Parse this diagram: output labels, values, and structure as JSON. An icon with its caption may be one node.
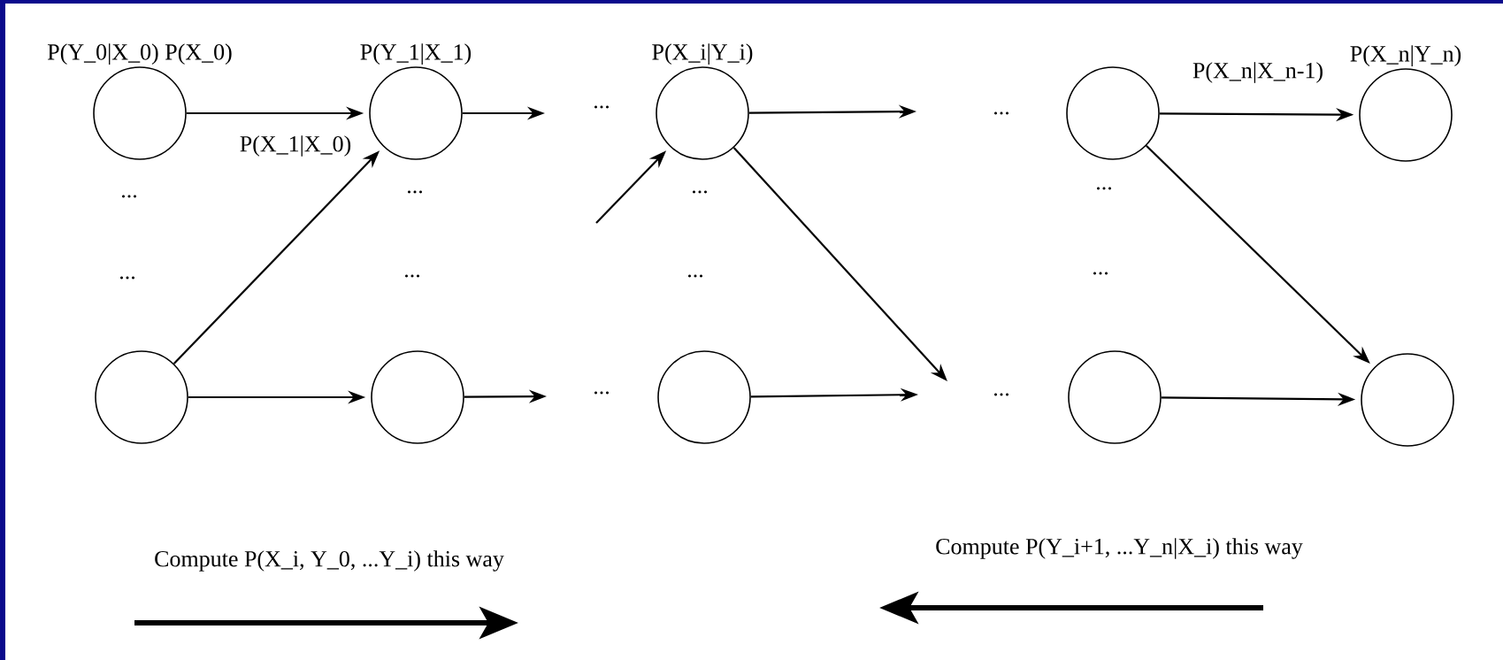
{
  "diagram": {
    "nodes": [
      {
        "text": [
          "P(Y_0|X_0) P(X_0)"
        ]
      },
      {
        "text": [
          "P(Y_1|X_1)"
        ]
      },
      {
        "text": [
          "P(X_i|Y_i)"
        ]
      },
      {
        "text": [],
        "shape": "circle"
      },
      {
        "text": [
          "P(X_n|Y_n)"
        ]
      },
      {
        "text": [],
        "shape": "circle"
      },
      {
        "text": [],
        "shape": "circle"
      },
      {
        "text": [],
        "shape": "circle"
      },
      {
        "text": [],
        "shape": "circle"
      },
      {
        "text": [],
        "shape": "circle"
      }
    ],
    "edges": [
      {
        "from": 0,
        "to": 1,
        "arrow": "to",
        "label": "P(X_1|X_0)"
      },
      {
        "from": 5,
        "to": 1,
        "arrow": "to"
      },
      {
        "from": 1,
        "to": null,
        "arrow": "to"
      },
      {
        "from": 5,
        "to": 6,
        "arrow": "to"
      },
      {
        "from": 6,
        "to": null,
        "arrow": "to"
      },
      {
        "from": null,
        "to": 2,
        "arrow": "to"
      },
      {
        "from": 2,
        "to": null,
        "arrow": "to"
      },
      {
        "from": 2,
        "to": null,
        "arrow": "to"
      },
      {
        "from": 7,
        "to": null,
        "arrow": "to"
      },
      {
        "from": 3,
        "to": 4,
        "arrow": "to",
        "label": "P(X_n|X_n-1)"
      },
      {
        "from": 3,
        "to": 9,
        "arrow": "to"
      },
      {
        "from": 8,
        "to": 9,
        "arrow": "to"
      }
    ],
    "labels": [
      "...",
      "...",
      "...",
      "...",
      "...",
      "...",
      "...",
      "...",
      "...",
      "...",
      "...",
      "...",
      "Compute P(X_i, Y_0, ...Y_i) this way",
      "Compute P(Y_i+1, ...Y_n|X_i) this way"
    ]
  }
}
